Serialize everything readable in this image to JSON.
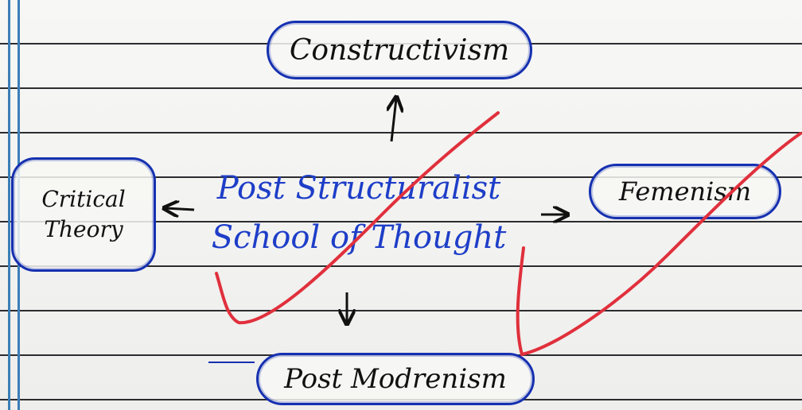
{
  "center": {
    "line1": "Post Structuralist",
    "line2": "School of Thought"
  },
  "nodes": {
    "top": "Constructivism",
    "right": "Femenism",
    "left_line1": "Critical",
    "left_line2": "Theory",
    "bottom": "Post Modrenism"
  },
  "colors": {
    "ink_blue": "#1530b0",
    "text_blue": "#1e3ec8",
    "check_red": "#e0303c",
    "paper": "#f4f4f2"
  }
}
